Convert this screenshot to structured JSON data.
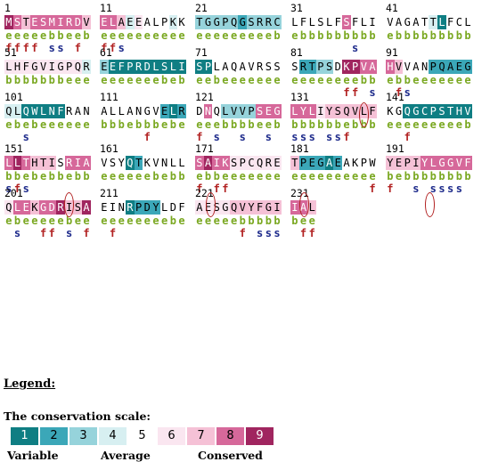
{
  "palette": {
    "1": "#0f7e83",
    "2": "#3ba7b8",
    "3": "#96d3db",
    "4": "#d7eff1",
    "5": "#ffffff",
    "6": "#fae6f0",
    "7": "#f5c1d6",
    "8": "#d6689a",
    "9": "#a0255f"
  },
  "blocks": [
    {
      "start": "1",
      "residues": "MSTESMIRDV",
      "grades": [
        9,
        8,
        7,
        8,
        8,
        8,
        8,
        8,
        8,
        7
      ],
      "be": "eeeeebbeeb",
      "fs": "ffff ss f "
    },
    {
      "start": "11",
      "residues": "ELAEEALPKK",
      "grades": [
        8,
        8,
        7,
        4,
        6,
        5,
        5,
        5,
        4,
        5
      ],
      "be": "eeeeeeeeee",
      "fs": "ffs       "
    },
    {
      "start": "21",
      "residues": "TGGPQGSRRC",
      "grades": [
        3,
        3,
        3,
        3,
        3,
        2,
        3,
        3,
        3,
        3
      ],
      "be": "eeeeeeeeeb",
      "fs": "          "
    },
    {
      "start": "31",
      "residues": "LFLSLFSFLI",
      "grades": [
        5,
        5,
        5,
        5,
        5,
        5,
        8,
        5,
        5,
        5
      ],
      "be": "ebbbbbbbbb",
      "fs": "       s  "
    },
    {
      "start": "41",
      "residues": "VAGATTLFCL",
      "grades": [
        5,
        5,
        5,
        5,
        5,
        4,
        1,
        5,
        5,
        5
      ],
      "be": "ebbbbbbbbb",
      "fs": "          "
    },
    {
      "start": "51",
      "residues": "LHFGVIGPQR",
      "grades": [
        6,
        6,
        6,
        6,
        6,
        6,
        6,
        6,
        6,
        4
      ],
      "be": "bbbbbbbeee",
      "fs": "          "
    },
    {
      "start": "61",
      "residues": "EEFPRDLSLI",
      "grades": [
        3,
        1,
        1,
        1,
        1,
        1,
        1,
        1,
        1,
        1
      ],
      "be": "eeeeeeebeb",
      "fs": "          "
    },
    {
      "start": "71",
      "residues": "SPLAQAVRSS",
      "grades": [
        1,
        1,
        5,
        5,
        5,
        5,
        5,
        5,
        5,
        5
      ],
      "be": "eebeeeeeee",
      "fs": "          "
    },
    {
      "start": "81",
      "residues": "SRTPSDKPVA",
      "grades": [
        5,
        2,
        2,
        3,
        3,
        5,
        9,
        9,
        8,
        8
      ],
      "be": "eeeeeeeebb",
      "fs": "      ff s"
    },
    {
      "start": "91",
      "residues": "HVVANPQAEG",
      "grades": [
        8,
        7,
        5,
        5,
        5,
        2,
        2,
        2,
        2,
        2
      ],
      "be": "ebbeeeeeee",
      "fs": " fs       "
    },
    {
      "start": "101",
      "residues": "QLQWLNFRAN",
      "grades": [
        4,
        4,
        1,
        1,
        1,
        1,
        1,
        5,
        5,
        5
      ],
      "be": "ebebeeeeee",
      "fs": "  s       "
    },
    {
      "start": "111",
      "residues": "ALLANGVELR",
      "grades": [
        5,
        5,
        5,
        5,
        5,
        5,
        5,
        2,
        1,
        2
      ],
      "be": "bbbebbbebe",
      "fs": "     f    "
    },
    {
      "start": "121",
      "residues": "DNQLVVPSEG",
      "grades": [
        5,
        8,
        5,
        3,
        3,
        3,
        3,
        8,
        8,
        8
      ],
      "be": "eeebbbbeeb",
      "fs": "f s  s  s "
    },
    {
      "start": "131",
      "residues": "LYLIYSQVLF",
      "grades": [
        8,
        8,
        8,
        6,
        7,
        7,
        7,
        7,
        7,
        7
      ],
      "be": "bbbbbbebbb",
      "fs": "sss ssf   "
    },
    {
      "start": "141",
      "residues": "KGQGCPSTHV",
      "grades": [
        5,
        5,
        1,
        1,
        1,
        1,
        1,
        1,
        1,
        1
      ],
      "be": "eeeeeeeeeb",
      "fs": "  f       "
    },
    {
      "start": "151",
      "residues": "LLTHTISRIA",
      "grades": [
        8,
        9,
        8,
        7,
        7,
        7,
        5,
        8,
        8,
        8
      ],
      "be": "bbebebbebb",
      "fs": "sfs       "
    },
    {
      "start": "161",
      "residues": "VSYQTKVNLL",
      "grades": [
        5,
        5,
        5,
        1,
        2,
        5,
        5,
        5,
        5,
        5
      ],
      "be": "eeeeeebebb",
      "fs": "          "
    },
    {
      "start": "171",
      "residues": "SAIKSPCQRE",
      "grades": [
        8,
        9,
        8,
        8,
        6,
        6,
        6,
        6,
        6,
        6
      ],
      "be": "ebbeeeeeee",
      "fs": "f ff      "
    },
    {
      "start": "181",
      "residues": "TPEGAEAKPW",
      "grades": [
        7,
        2,
        2,
        2,
        1,
        2,
        5,
        5,
        5,
        5
      ],
      "be": "eeeeeeeeee",
      "fs": "         f"
    },
    {
      "start": "191",
      "residues": "YEPIYLGGVF",
      "grades": [
        7,
        7,
        7,
        7,
        8,
        8,
        8,
        8,
        8,
        8
      ],
      "be": "bebbbbbbbb",
      "fs": "f  s ssss "
    },
    {
      "start": "201",
      "residues": "QLEKGDRISA",
      "grades": [
        6,
        8,
        8,
        7,
        8,
        8,
        9,
        7,
        7,
        9
      ],
      "be": "ebeeeeebee",
      "fs": " s  ff s f"
    },
    {
      "start": "211",
      "residues": "EINRPDYLDF",
      "grades": [
        5,
        5,
        5,
        1,
        2,
        2,
        2,
        5,
        5,
        5
      ],
      "be": "eeeeeeeebe",
      "fs": " f        "
    },
    {
      "start": "221",
      "residues": "AESGQVYFGI",
      "grades": [
        6,
        6,
        6,
        6,
        7,
        7,
        7,
        7,
        7,
        7
      ],
      "be": "eeeeebbbbb",
      "fs": "     f sss"
    },
    {
      "start": "231",
      "residues": "IAL",
      "grades": [
        8,
        8,
        7
      ],
      "be": "bee",
      "fs": " ff"
    }
  ],
  "legend": {
    "title": "Legend:",
    "scale_title": "The conservation scale:",
    "scale_values": [
      "1",
      "2",
      "3",
      "4",
      "5",
      "6",
      "7",
      "8",
      "9"
    ],
    "variable_label": "Variable",
    "average_label": "Average",
    "conserved_label": "Conserved"
  },
  "colors": {
    "f_color": "#b22222",
    "s_color": "#1f2c8c"
  }
}
